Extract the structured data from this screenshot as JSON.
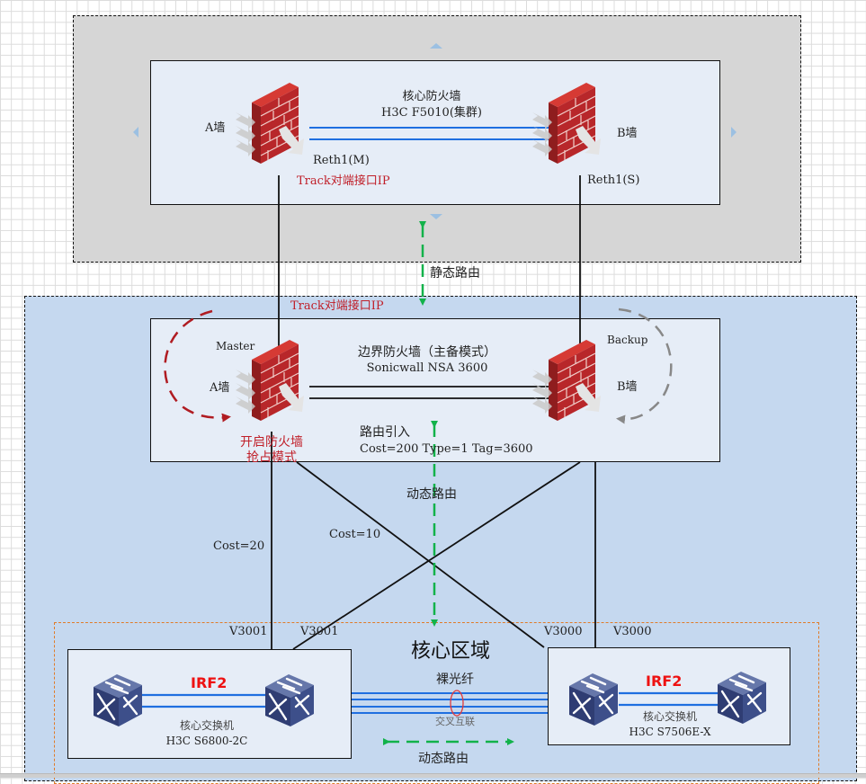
{
  "zones": {
    "core_firewall": {
      "title": "核心防火墙",
      "model": "H3C F5010(集群)",
      "left_label": "A墙",
      "right_label": "B墙",
      "left_port": "Reth1(M)",
      "right_port": "Reth1(S)",
      "track_note": "Track对端接口IP"
    },
    "static_route_label": "静态路由",
    "edge_firewall": {
      "track_note": "Track对端接口IP",
      "title": "边界防火墙（主备模式）",
      "model": "Sonicwall NSA 3600",
      "master_label": "Master",
      "backup_label": "Backup",
      "left_label": "A墙",
      "right_label": "B墙",
      "preempt_note_line1": "开启防火墙",
      "preempt_note_line2": "抢占模式",
      "route_import_line1": "路由引入",
      "route_import_line2": "Cost=200 Type=1 Tag=3600"
    },
    "links": {
      "dynamic_route_label": "动态路由",
      "cost_left": "Cost=20",
      "cost_cross": "Cost=10",
      "vlan_left_a": "V3001",
      "vlan_left_b": "V3001",
      "vlan_right_a": "V3000",
      "vlan_right_b": "V3000"
    },
    "core_area": {
      "title": "核心区域",
      "fiber_label": "裸光纤",
      "cross_label": "交叉互联",
      "dynamic_route_label": "动态路由",
      "left_switch": {
        "irf": "IRF2",
        "name": "核心交换机",
        "model": "H3C S6800-2C"
      },
      "right_switch": {
        "irf": "IRF2",
        "name": "核心交换机",
        "model": "H3C S7506E-X"
      }
    }
  },
  "colors": {
    "firewall_red": "#b8272a",
    "switch_blue": "#3d4f8a",
    "link_blue": "#1f6fe0",
    "route_green": "#12b24a",
    "core_zone_orange": "#e07b28",
    "note_red": "#c0202a"
  }
}
